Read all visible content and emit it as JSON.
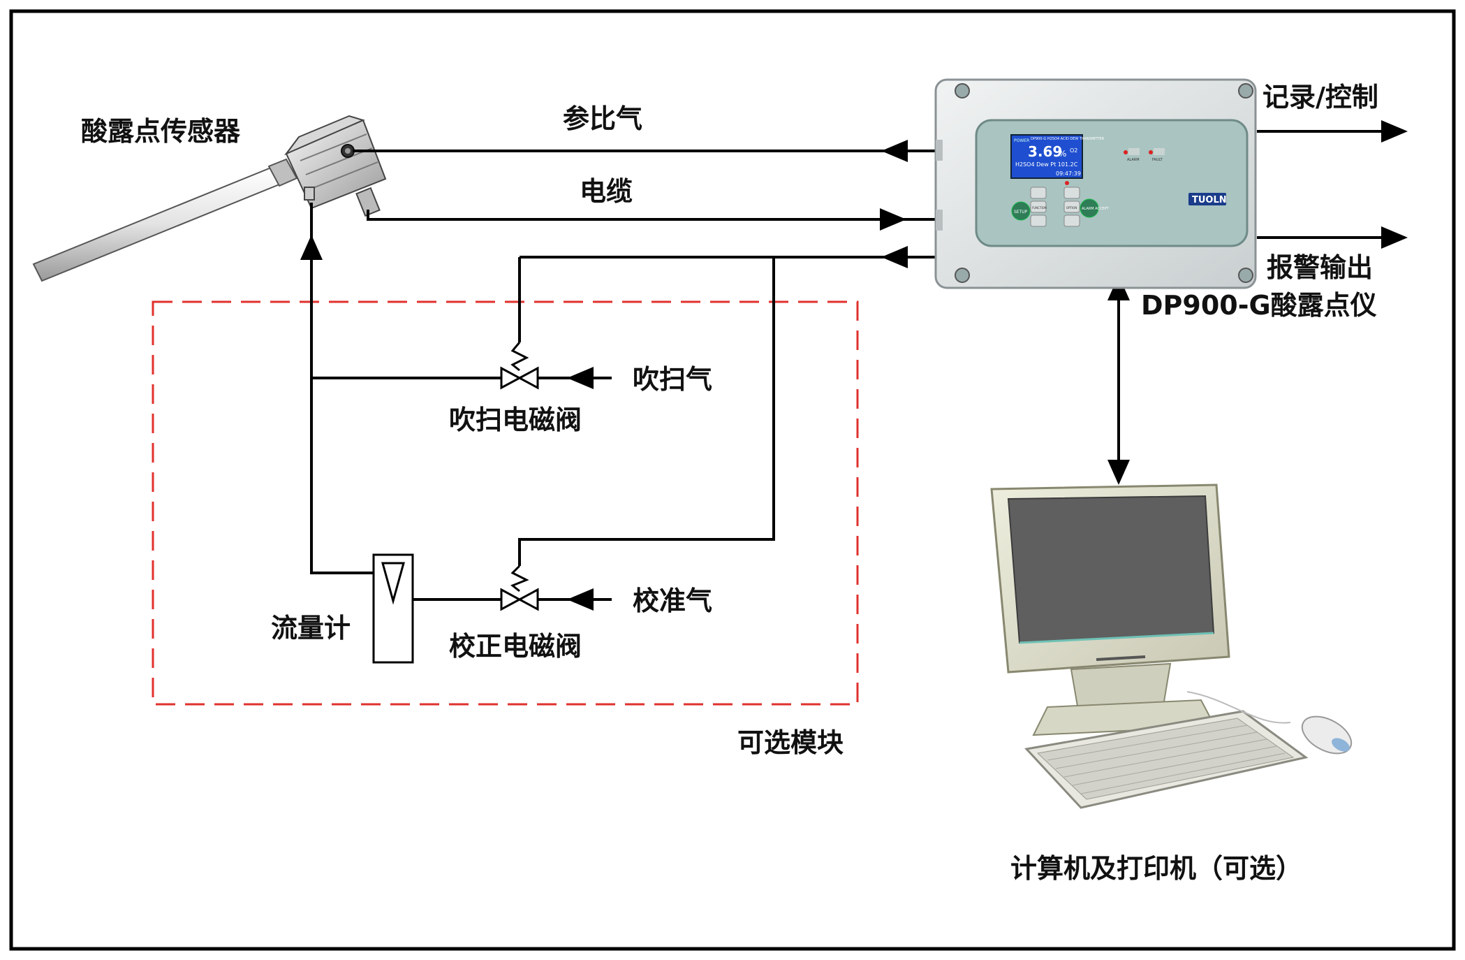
{
  "labels": {
    "sensor": "酸露点传感器",
    "reference_gas": "参比气",
    "cable": "电缆",
    "record_control": "记录/控制",
    "alarm_output": "报警输出",
    "instrument": "DP900-G酸露点仪",
    "purge_gas": "吹扫气",
    "purge_valve": "吹扫电磁阀",
    "flowmeter": "流量计",
    "calibration_gas": "校准气",
    "calibration_valve": "校正电磁阀",
    "optional_module": "可选模块",
    "computer": "计算机及打印机（可选）"
  },
  "display": {
    "header": "DP900-G H2SO4 ACID DEW TRANSMITTER",
    "power": "POWER",
    "value": "3.69",
    "unit": "%",
    "gas": "O2",
    "line2": "H2SO4 Dew Pt 101.2C",
    "time": "09:47:39",
    "brand": "TUOLN",
    "btn_setup": "SETUP",
    "btn_alarm": "ALARM ACCEPT",
    "btn_function": "FUNCTION",
    "btn_option": "OPTION",
    "led_left": "ALARM",
    "led_right": "FAULT"
  },
  "colors": {
    "line": "#000000",
    "optional_box": "#e0312d",
    "instrument_body": "#dfe3e4",
    "panel": "#a9c4c1",
    "lcd": "#1f4fd0"
  }
}
